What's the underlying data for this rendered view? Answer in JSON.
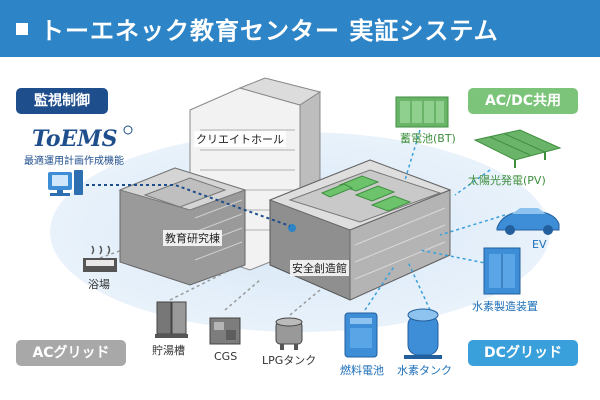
{
  "header": {
    "title": "トーエネック教育センター 実証システム"
  },
  "badges": {
    "monitoring": "監視制御",
    "acdc_shared": "AC/DC共用",
    "ac_grid": "ACグリッド",
    "dc_grid": "DCグリッド"
  },
  "logo": {
    "text": "ToEMS",
    "subtitle": "最適運用計画作成機能"
  },
  "buildings": {
    "create_hall": "クリエイトホール",
    "education_lab": "教育研究棟",
    "safety_hall": "安全創造館"
  },
  "equipment": {
    "bath": "浴場",
    "hot_water_tank": "貯湯槽",
    "cgs": "CGS",
    "lpg_tank": "LPGタンク",
    "fuel_cell": "燃料電池",
    "hydrogen_tank": "水素タンク",
    "battery": "蓄電池(BT)",
    "solar": "太陽光発電(PV)",
    "ev": "EV",
    "hydrogen_device": "水素製造装置"
  },
  "colors": {
    "header": "#2d84c6",
    "monitor_badge": "#1f4e8c",
    "acdc_badge": "#7cc47a",
    "ac_badge": "#a8a8a8",
    "dc_badge": "#3aa0dc",
    "equipment_blue": "#3d8ed6",
    "equipment_green": "#6ab46a"
  }
}
